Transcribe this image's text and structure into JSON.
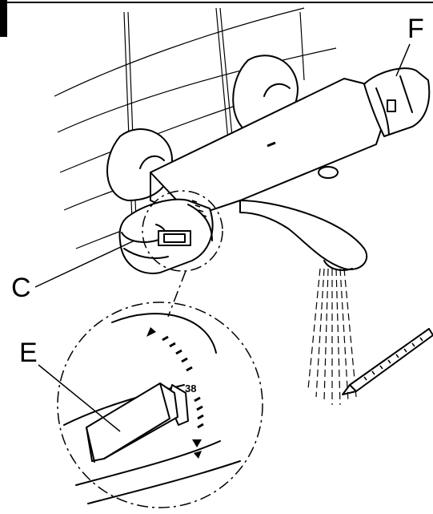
{
  "labels": {
    "f": "F",
    "c": "C",
    "e": "E",
    "temperature_mark": "38"
  }
}
